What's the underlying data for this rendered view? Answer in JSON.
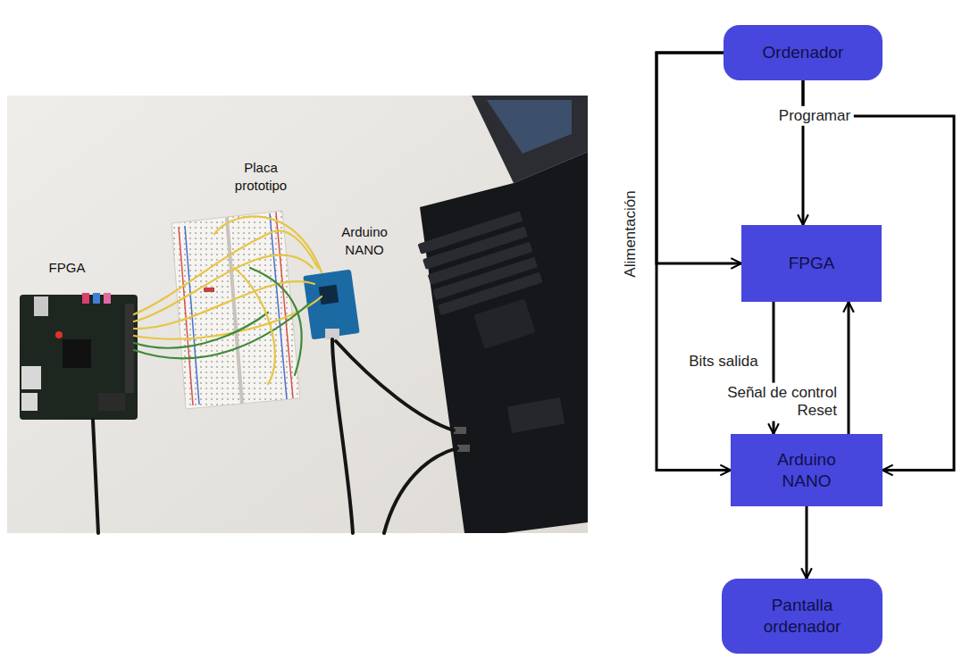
{
  "diagram": {
    "nodes": [
      {
        "text": [
          "Ordenador"
        ]
      },
      {
        "text": [
          "FPGA"
        ]
      },
      {
        "text": [
          "Arduino NANO"
        ]
      },
      {
        "text": [
          "Pantalla ordenador"
        ]
      }
    ],
    "edges": [
      {
        "from": 0,
        "to": 1,
        "arrow": "to",
        "label": "Programar"
      },
      {
        "from": 0,
        "to": 2,
        "arrow": "to"
      },
      {
        "from": 0,
        "to": 1,
        "arrow": "to",
        "label": "Alimentación"
      },
      {
        "from": 0,
        "to": 2,
        "arrow": "to"
      },
      {
        "from": 1,
        "to": 2,
        "arrow": "to",
        "label": "Bits salida"
      },
      {
        "from": 2,
        "to": 1,
        "arrow": "to",
        "label": "Señal de control Reset"
      },
      {
        "from": 2,
        "to": 3,
        "arrow": "to"
      }
    ],
    "labels": [
      "FPGA",
      "Placa prototipo",
      "Arduino NANO"
    ]
  }
}
